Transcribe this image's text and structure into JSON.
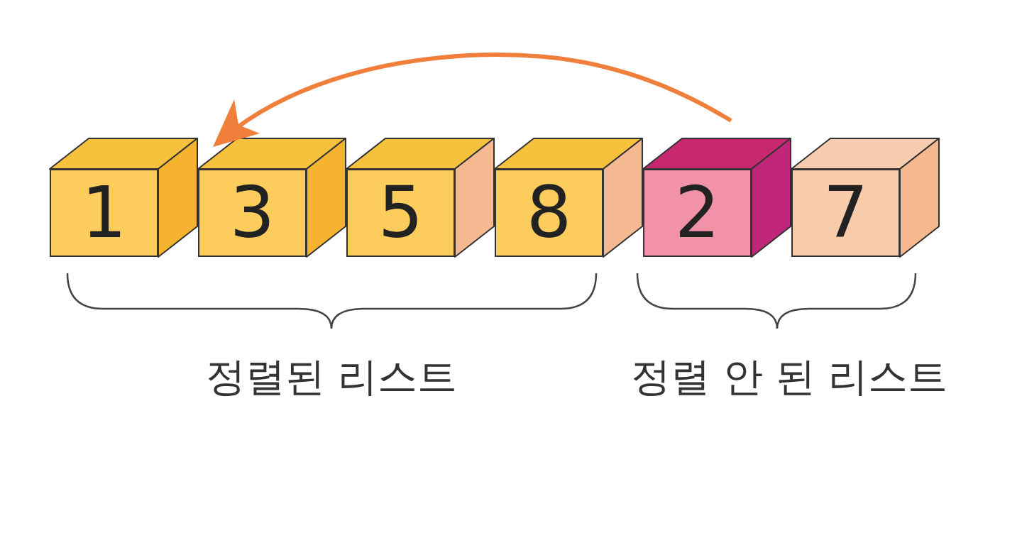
{
  "diagram": {
    "nodes": [
      {
        "text": [
          "1"
        ]
      },
      {
        "text": [
          "3"
        ]
      },
      {
        "text": [
          "5"
        ]
      },
      {
        "text": [
          "8"
        ]
      },
      {
        "text": [
          "2"
        ]
      },
      {
        "text": [
          "7"
        ]
      }
    ],
    "labels": [
      "정렬된 리스트",
      "정렬 안 된 리스트"
    ]
  }
}
